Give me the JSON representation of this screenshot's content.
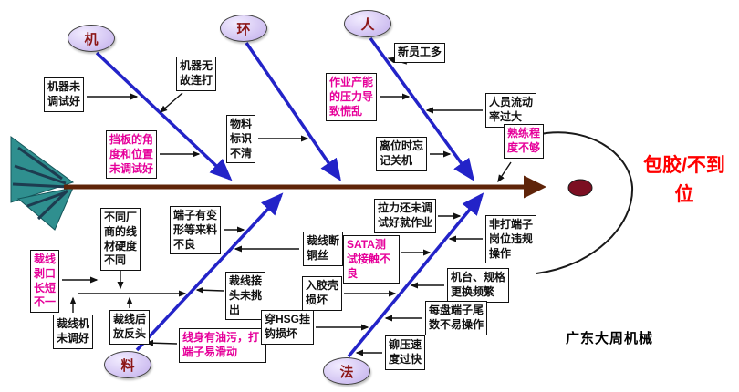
{
  "diagram": {
    "type": "fishbone-cause-effect",
    "effect": "包胶/不到位",
    "company": "广东大周机械",
    "categories": [
      {
        "key": "machine",
        "label": "机"
      },
      {
        "key": "environment",
        "label": "环"
      },
      {
        "key": "people",
        "label": "人"
      },
      {
        "key": "material",
        "label": "料"
      },
      {
        "key": "method",
        "label": "法"
      }
    ],
    "causes": [
      {
        "label": "机器未调试好",
        "category": "machine",
        "emphasis": false
      },
      {
        "label": "机器无故连打",
        "category": "machine",
        "emphasis": false
      },
      {
        "label": "挡板的角度和位置未调试好",
        "category": "machine",
        "emphasis": true
      },
      {
        "label": "物料标识不清",
        "category": "environment",
        "emphasis": false
      },
      {
        "label": "作业产能的压力导致慌乱",
        "category": "people",
        "emphasis": true
      },
      {
        "label": "新员工多",
        "category": "people",
        "emphasis": false
      },
      {
        "label": "人员流动率过大",
        "category": "people",
        "emphasis": false
      },
      {
        "label": "离位时忘记关机",
        "category": "people",
        "emphasis": false
      },
      {
        "label": "熟练程度不够",
        "category": "people",
        "emphasis": true
      },
      {
        "label": "不同厂商的线材硬度不同",
        "category": "material",
        "emphasis": false
      },
      {
        "label": "端子有变形等来料不良",
        "category": "material",
        "emphasis": false
      },
      {
        "label": "裁线剥口长短不一",
        "category": "material",
        "emphasis": true
      },
      {
        "label": "裁线机未调好",
        "category": "material",
        "emphasis": false
      },
      {
        "label": "裁线后放反头",
        "category": "material",
        "emphasis": false
      },
      {
        "label": "线身有油污，打端子易滑动",
        "category": "material",
        "emphasis": true
      },
      {
        "label": "裁线断铜丝",
        "category": "material",
        "emphasis": false
      },
      {
        "label": "裁线接头未挑出",
        "category": "material",
        "emphasis": false
      },
      {
        "label": "拉力还未调试好就作业",
        "category": "method",
        "emphasis": false
      },
      {
        "label": "SATA测试接触不良",
        "category": "method",
        "emphasis": true
      },
      {
        "label": "入胶壳损坏",
        "category": "method",
        "emphasis": false
      },
      {
        "label": "穿HSG挂钩损坏",
        "category": "method",
        "emphasis": false
      },
      {
        "label": "铆压速度过快",
        "category": "method",
        "emphasis": false
      },
      {
        "label": "非打端子岗位违规操作",
        "category": "method",
        "emphasis": false
      },
      {
        "label": "机台、规格更换频繁",
        "category": "method",
        "emphasis": false
      },
      {
        "label": "每盘端子尾数不易操作",
        "category": "method",
        "emphasis": false
      }
    ]
  },
  "colors": {
    "emphasis": "#e6009a",
    "effect": "#ff0000",
    "branch": "#2323c8",
    "spine": "#5f2409",
    "bubble_fill": "#cdbdf0",
    "bubble_text": "#8b1515",
    "tail": "#2f8f8f"
  }
}
